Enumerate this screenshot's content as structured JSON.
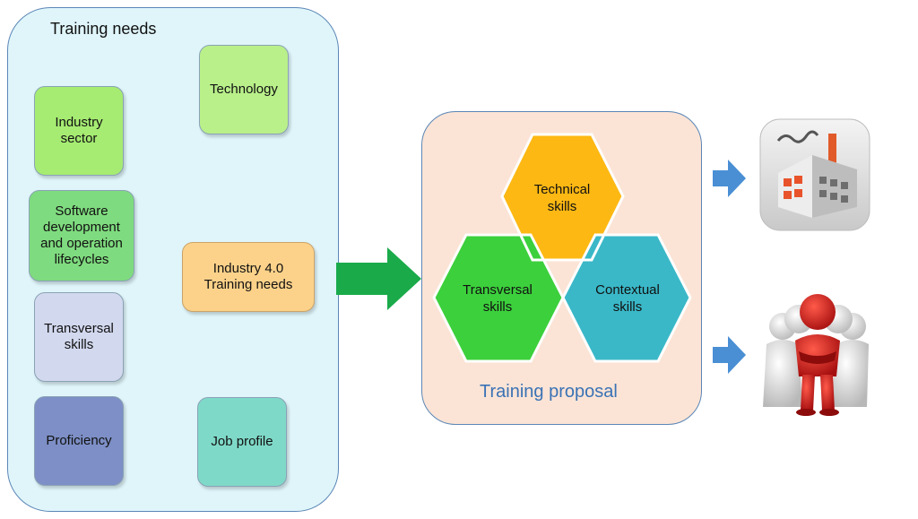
{
  "training_needs": {
    "title": "Training needs",
    "center": "Industry 4.0\nTraining needs",
    "nodes": {
      "technology": "Technology",
      "industry_sector": "Industry\nsector",
      "software_dev": "Software\ndevelopment\nand operation\nlifecycles",
      "transversal": "Transversal\nskills",
      "proficiency": "Proficiency",
      "job_profile": "Job profile"
    }
  },
  "training_proposal": {
    "title": "Training proposal",
    "hexagons": {
      "technical": "Technical\nskills",
      "transversal": "Transversal\nskills",
      "contextual": "Contextual\nskills"
    }
  },
  "colors": {
    "technology": "#b9f08a",
    "industry_sector": "#a6ec72",
    "software_dev": "#7fdb7f",
    "transversal": "#d2d8ee",
    "proficiency": "#7d8fc6",
    "job_profile": "#7fd9c8",
    "center": "#fcd28a",
    "hex_technical": "#fdb813",
    "hex_transversal": "#3cd03c",
    "hex_contextual": "#3ab8c8",
    "big_arrow": "#1aaa4a",
    "small_arrow": "#4a8fd4"
  },
  "icons": {
    "factory": "factory-icon",
    "people": "people-leader-icon"
  }
}
